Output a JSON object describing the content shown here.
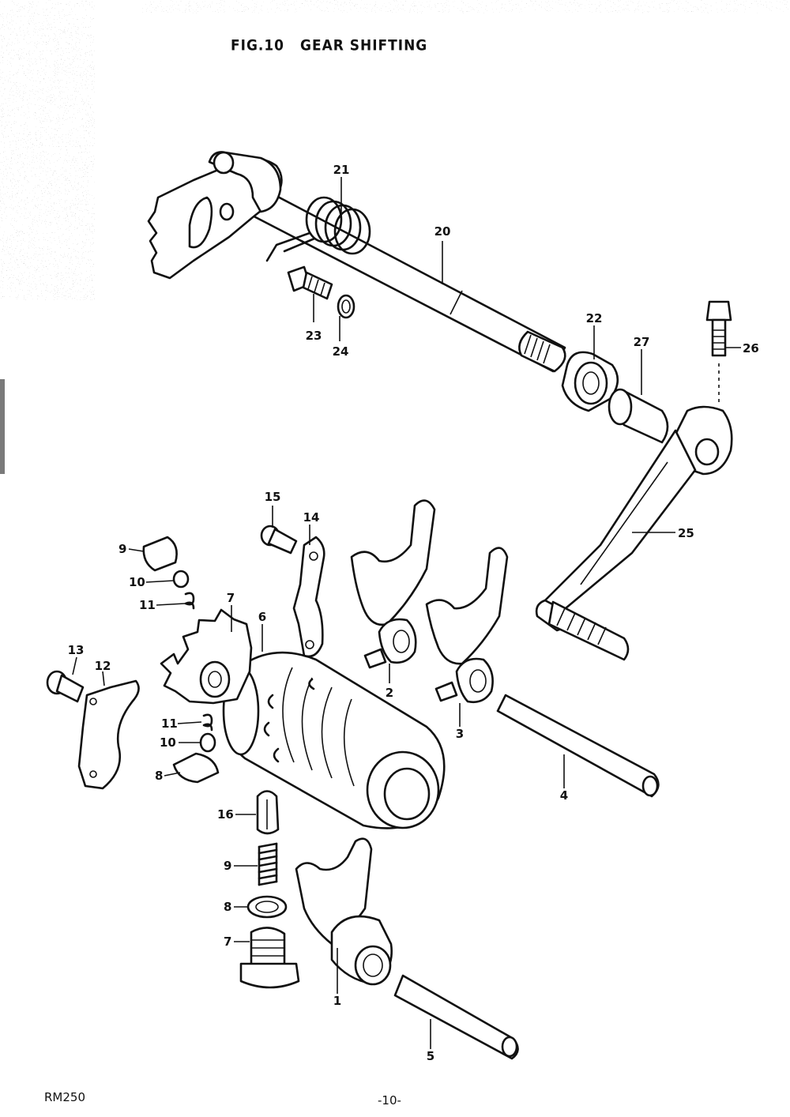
{
  "header": {
    "figure_number": "FIG.10",
    "figure_title": "GEAR SHIFTING"
  },
  "footer": {
    "model": "RM250",
    "page": "-10-"
  },
  "callouts": {
    "c1": "1",
    "c2": "2",
    "c3": "3",
    "c4": "4",
    "c5": "5",
    "c6": "6",
    "c7": "7",
    "c7b": "7",
    "c8": "8",
    "c8b": "8",
    "c9": "9",
    "c9b": "9",
    "c10": "10",
    "c10b": "10",
    "c11": "11",
    "c11b": "11",
    "c12": "12",
    "c13": "13",
    "c14": "14",
    "c15": "15",
    "c16": "16",
    "c20": "20",
    "c21": "21",
    "c22": "22",
    "c23": "23",
    "c24": "24",
    "c25": "25",
    "c26": "26",
    "c27": "27"
  }
}
